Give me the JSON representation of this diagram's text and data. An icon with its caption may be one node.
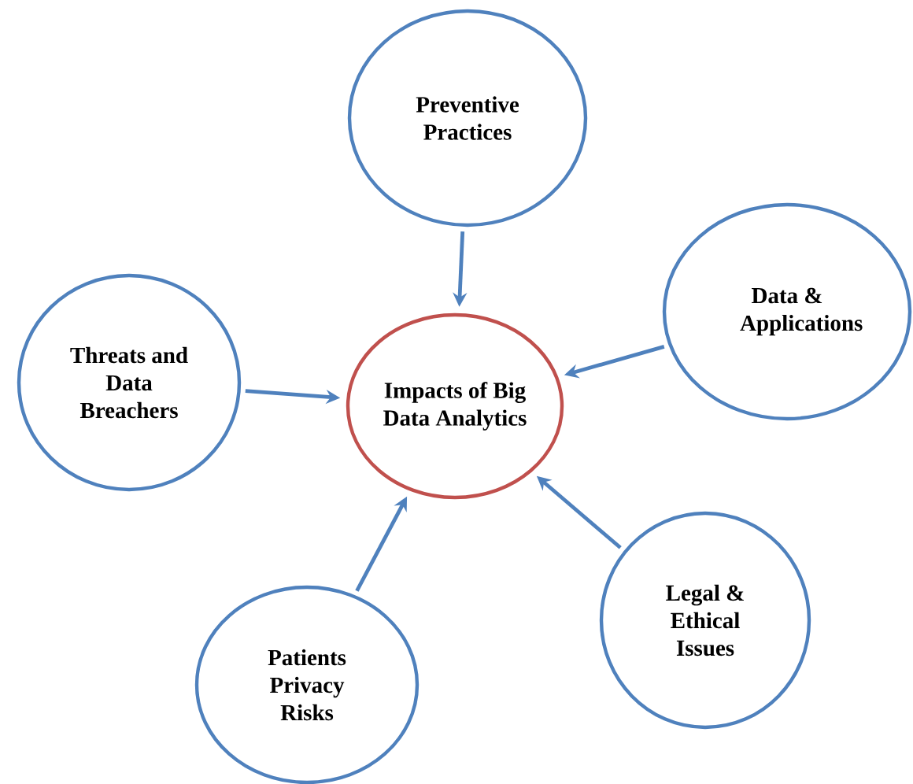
{
  "diagram": {
    "nodes": [
      {
        "text": [
          "Impacts of Big Data Analytics"
        ]
      },
      {
        "text": [
          "Preventive Practices"
        ]
      },
      {
        "text": [
          "Data & Applications"
        ]
      },
      {
        "text": [
          "Threats and Data Breachers"
        ]
      },
      {
        "text": [
          "Legal & Ethical Issues"
        ]
      },
      {
        "text": [
          "Patients Privacy Risks"
        ]
      }
    ],
    "edges": [
      {
        "from": 1,
        "to": 0,
        "arrow": "to"
      },
      {
        "from": 2,
        "to": 0,
        "arrow": "to"
      },
      {
        "from": 3,
        "to": 0,
        "arrow": "to"
      },
      {
        "from": 4,
        "to": 0,
        "arrow": "to"
      },
      {
        "from": 5,
        "to": 0,
        "arrow": "to"
      }
    ]
  }
}
